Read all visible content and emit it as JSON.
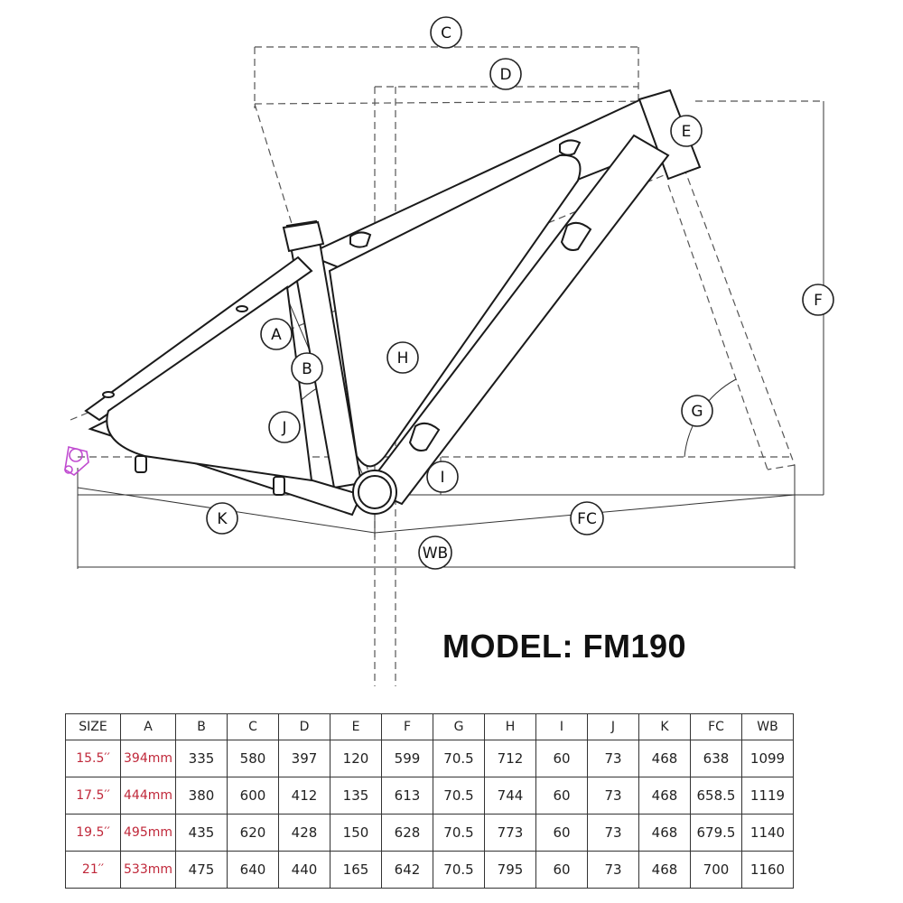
{
  "model_title": "MODEL: FM190",
  "dimension_labels": [
    "A",
    "B",
    "C",
    "D",
    "E",
    "F",
    "G",
    "H",
    "I",
    "J",
    "K",
    "FC",
    "WB"
  ],
  "table": {
    "headers": [
      "SIZE",
      "A",
      "B",
      "C",
      "D",
      "E",
      "F",
      "G",
      "H",
      "I",
      "J",
      "K",
      "FC",
      "WB"
    ],
    "rows": [
      [
        "15.5′′",
        "394mm",
        "335",
        "580",
        "397",
        "120",
        "599",
        "70.5",
        "712",
        "60",
        "73",
        "468",
        "638",
        "1099"
      ],
      [
        "17.5′′",
        "444mm",
        "380",
        "600",
        "412",
        "135",
        "613",
        "70.5",
        "744",
        "60",
        "73",
        "468",
        "658.5",
        "1119"
      ],
      [
        "19.5′′",
        "495mm",
        "435",
        "620",
        "428",
        "150",
        "628",
        "70.5",
        "773",
        "60",
        "73",
        "468",
        "679.5",
        "1140"
      ],
      [
        "21′′",
        "533mm",
        "475",
        "640",
        "440",
        "165",
        "642",
        "70.5",
        "795",
        "60",
        "73",
        "468",
        "700",
        "1160"
      ]
    ]
  },
  "colors": {
    "line": "#222222",
    "highlight_size": "#c0283a",
    "dropout": "#c04bd0"
  }
}
